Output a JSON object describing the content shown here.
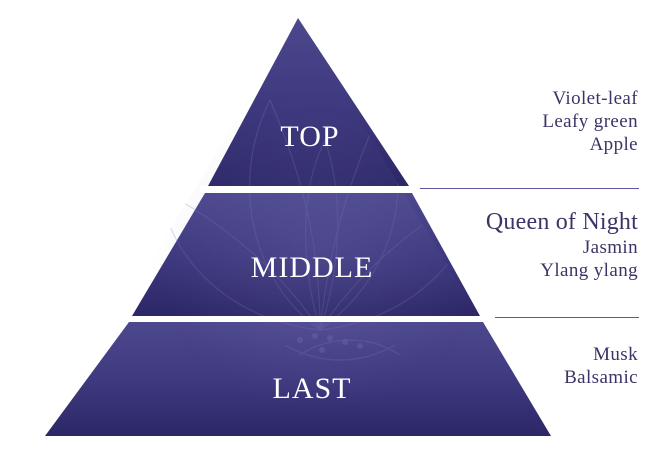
{
  "tiers": [
    {
      "label": "TOP",
      "notes": [
        "Violet-leaf",
        "Leafy green",
        "Apple"
      ]
    },
    {
      "label": "MIDDLE",
      "notes": [
        "Queen of Night",
        "Jasmin",
        "Ylang ylang"
      ]
    },
    {
      "label": "LAST",
      "notes": [
        "Musk",
        "Balsamic"
      ]
    }
  ],
  "colors": {
    "pyramid_top": "#4b468a",
    "pyramid_bottom": "#2d2868",
    "divider": "#5d57a0",
    "note_text": "#3c3466"
  },
  "icons": [
    "night-flower-watermark"
  ]
}
